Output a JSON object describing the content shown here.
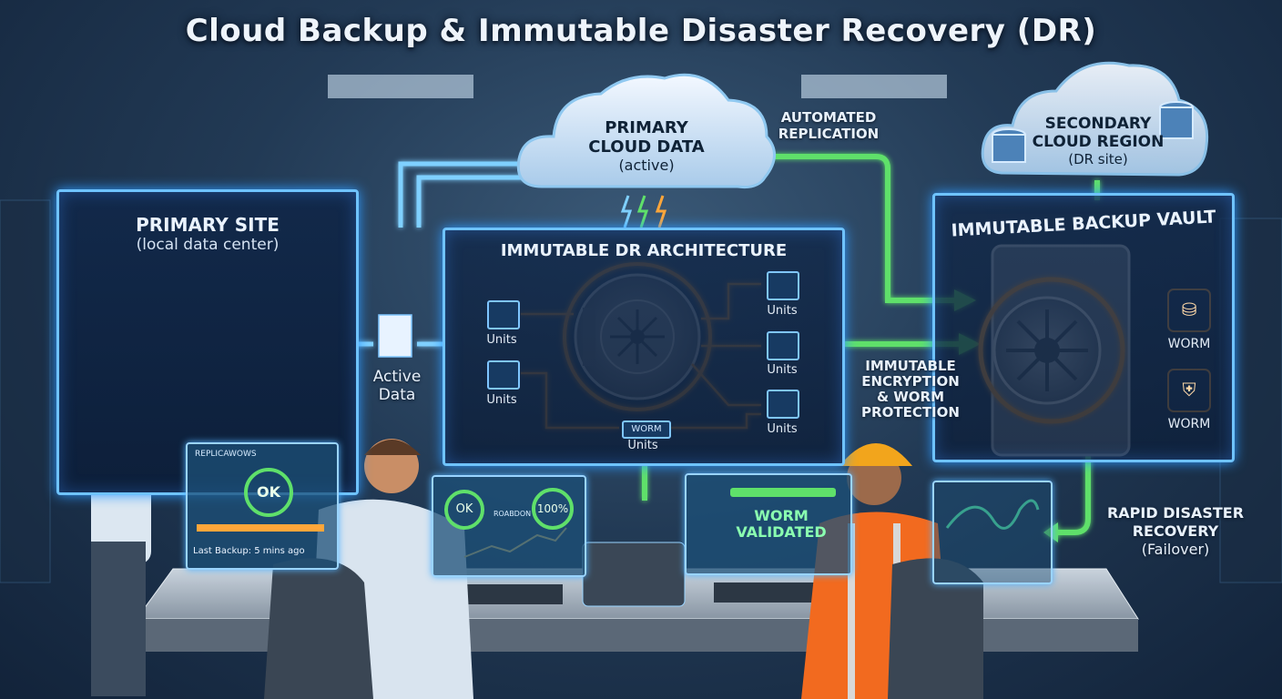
{
  "title": "Cloud Backup & Immutable Disaster Recovery (DR)",
  "primary_site": {
    "title": "PRIMARY SITE",
    "subtitle": "(local data center)"
  },
  "active_data": {
    "line1": "Active",
    "line2": "Data"
  },
  "primary_cloud": {
    "line1": "PRIMARY",
    "line2": "CLOUD DATA",
    "line3": "(active)"
  },
  "automated_replication": {
    "line1": "AUTOMATED",
    "line2": "REPLICATION"
  },
  "secondary_cloud": {
    "line1": "SECONDARY",
    "line2": "CLOUD REGION",
    "line3": "(DR site)"
  },
  "architecture": {
    "title": "IMMUTABLE DR ARCHITECTURE",
    "units_label": "Units",
    "worm_tag": "WORM"
  },
  "vault": {
    "title": "IMMUTABLE BACKUP VAULT",
    "worm1": "WORM",
    "worm2": "WORM"
  },
  "immutable_encryption": {
    "line1": "IMMUTABLE",
    "line2": "ENCRYPTION",
    "line3": "& WORM",
    "line4": "PROTECTION"
  },
  "rapid_recovery": {
    "line1": "RAPID DISASTER",
    "line2": "RECOVERY",
    "line3": "(Failover)"
  },
  "monitor_left": {
    "header": "REPLICAWOWS",
    "ok": "OK",
    "footer": "Last Backup: 5 mins ago"
  },
  "monitor_center": {
    "ok": "OK",
    "label": "ROABDON",
    "percent": "100%"
  },
  "monitor_worm": {
    "line1": "WORM",
    "line2": "VALIDATED"
  },
  "colors": {
    "accent_blue": "#6fc3ff",
    "green": "#5fe06a",
    "orange": "#ffa63a",
    "panel": "#0d1f3a"
  }
}
